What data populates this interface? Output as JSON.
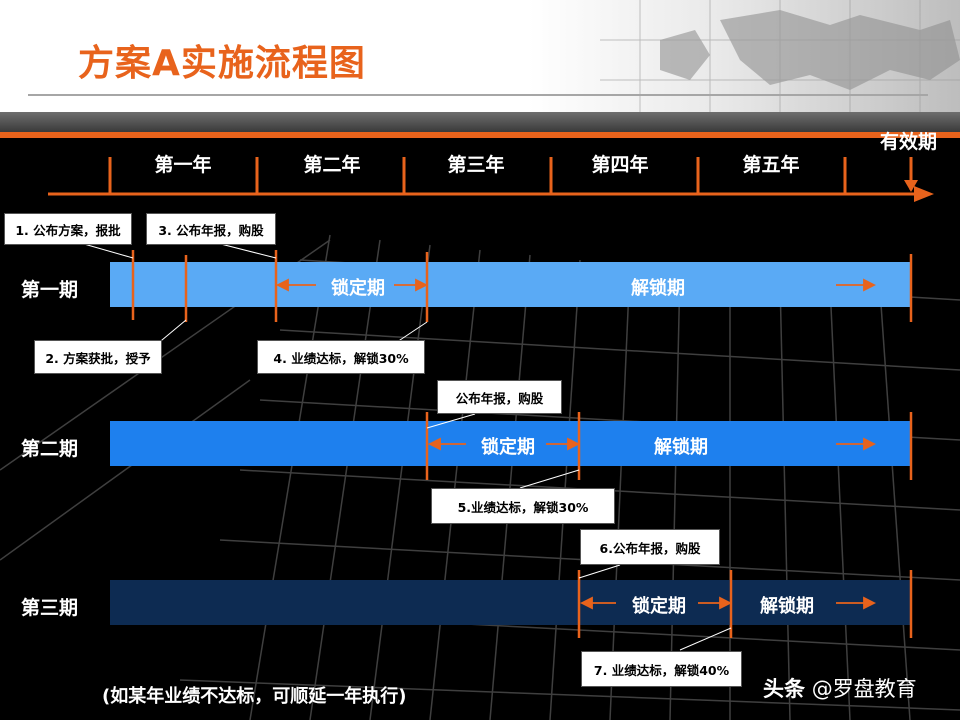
{
  "title": "方案A实施流程图",
  "effective_period_label": "有效期",
  "years": [
    "第一年",
    "第二年",
    "第三年",
    "第四年",
    "第五年"
  ],
  "periods": [
    {
      "label": "第一期",
      "lock_label": "锁定期",
      "unlock_label": "解锁期",
      "color": "#5aaaf5"
    },
    {
      "label": "第二期",
      "lock_label": "锁定期",
      "unlock_label": "解锁期",
      "color": "#1e80ee"
    },
    {
      "label": "第三期",
      "lock_label": "锁定期",
      "unlock_label": "解锁期",
      "color": "#0d2b52"
    }
  ],
  "callouts": {
    "c1": "1. 公布方案，报批",
    "c2": "2. 方案获批，授予",
    "c3": "3. 公布年报，购股",
    "c4": "4. 业绩达标，解锁30%",
    "c5": "公布年报，购股",
    "c6": "5.业绩达标，解锁30%",
    "c7": "6.公布年报，购股",
    "c8": "7. 业绩达标，解锁40%"
  },
  "note": "(如某年业绩不达标，可顺延一年执行)",
  "watermark": {
    "brand": "头条",
    "handle": "@罗盘教育"
  },
  "colors": {
    "accent": "#e8631c"
  }
}
